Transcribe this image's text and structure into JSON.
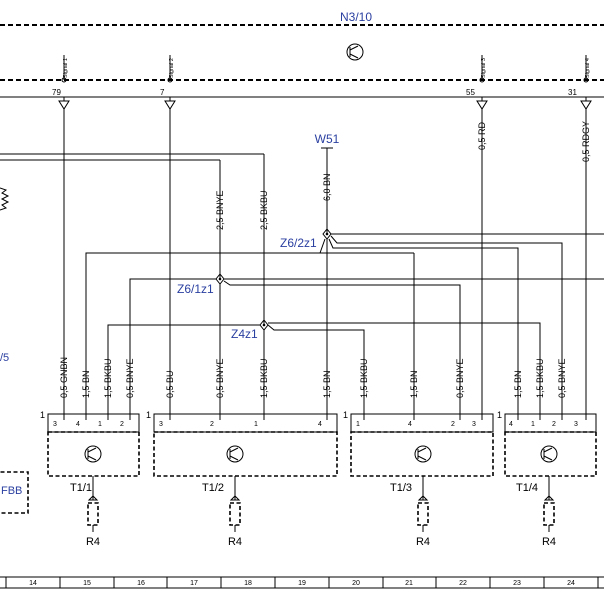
{
  "diagram": {
    "module_id": "N3/10",
    "left_edge_blue": "/5",
    "left_edge_box": "FBB",
    "signals": [
      {
        "label": "Signal 1",
        "pin": "79"
      },
      {
        "label": "Signal 2",
        "pin": "7"
      },
      {
        "label": "Signal 3",
        "pin": "55"
      },
      {
        "label": "Signal 4",
        "pin": "31"
      }
    ],
    "ground_label": "W51",
    "splices": {
      "z6_2z1": "Z6/2z1",
      "z6_1z1": "Z6/1z1",
      "z4z1": "Z4z1"
    },
    "wire_labels": {
      "rd": "0,5 RD",
      "rdgy": "0,5 RDGY",
      "bnye_top": "2,5 BNYE",
      "bkbu_top": "2,5 BKBU",
      "bn_gnd": "6,0 BN"
    },
    "bottom_wires": [
      "0,5 GNBN",
      "1,5 BN",
      "1,5 BKBU",
      "0,5 BNYE",
      "0,5 BU",
      "0,5 BNYE",
      "1,5 BKBU",
      "1,5 BN",
      "1,5 BKBU",
      "1,5 BN",
      "0,5 BNYE",
      "1,5 BN",
      "1,5 BKBU",
      "0,5 BNYE"
    ],
    "components": [
      {
        "name": "T1/1",
        "connector": "1",
        "pins": [
          "3",
          "4",
          "1",
          "2"
        ],
        "resistor": "R4"
      },
      {
        "name": "T1/2",
        "connector": "1",
        "pins": [
          "3",
          "2",
          "1",
          "4"
        ],
        "resistor": "R4"
      },
      {
        "name": "T1/3",
        "connector": "1",
        "pins": [
          "1",
          "4",
          "2",
          "3"
        ],
        "resistor": "R4"
      },
      {
        "name": "T1/4",
        "connector": "1",
        "pins": [
          "4",
          "1",
          "2",
          "3"
        ],
        "resistor": "R4"
      }
    ],
    "grid_numbers": [
      "14",
      "15",
      "16",
      "17",
      "18",
      "19",
      "20",
      "21",
      "22",
      "23",
      "24"
    ],
    "colors": {
      "label_blue": "#2a3fa0",
      "line": "#000000"
    }
  }
}
